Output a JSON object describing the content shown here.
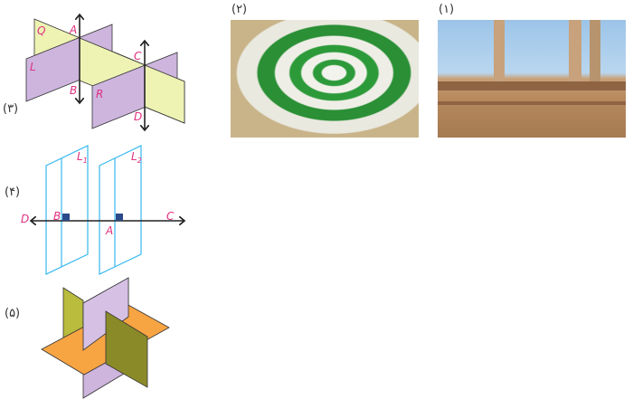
{
  "figures": {
    "fig1": {
      "label": "(۱)",
      "kind": "photo-persepolis-relief"
    },
    "fig2": {
      "label": "(۲)",
      "kind": "photo-domino-spiral"
    },
    "fig3": {
      "label": "(۳)",
      "points": {
        "Q": "Q",
        "L": "L",
        "A": "A",
        "B": "B",
        "C": "C",
        "D": "D",
        "R": "R"
      }
    },
    "fig4": {
      "label": "(۴)",
      "points": {
        "D": "D",
        "B": "B",
        "A": "A",
        "C": "C",
        "L1": "L",
        "L1_sub": "1",
        "L2": "L",
        "L2_sub": "2"
      }
    },
    "fig5": {
      "label": "(۵)"
    }
  },
  "colors": {
    "purple": "#cdb5de",
    "yellow": "#eef3b4",
    "orange": "#f7a443",
    "olive": "#8a8a28",
    "cyan": "#36b8ef",
    "point": "#e0307f",
    "square": "#2b4a8a"
  }
}
